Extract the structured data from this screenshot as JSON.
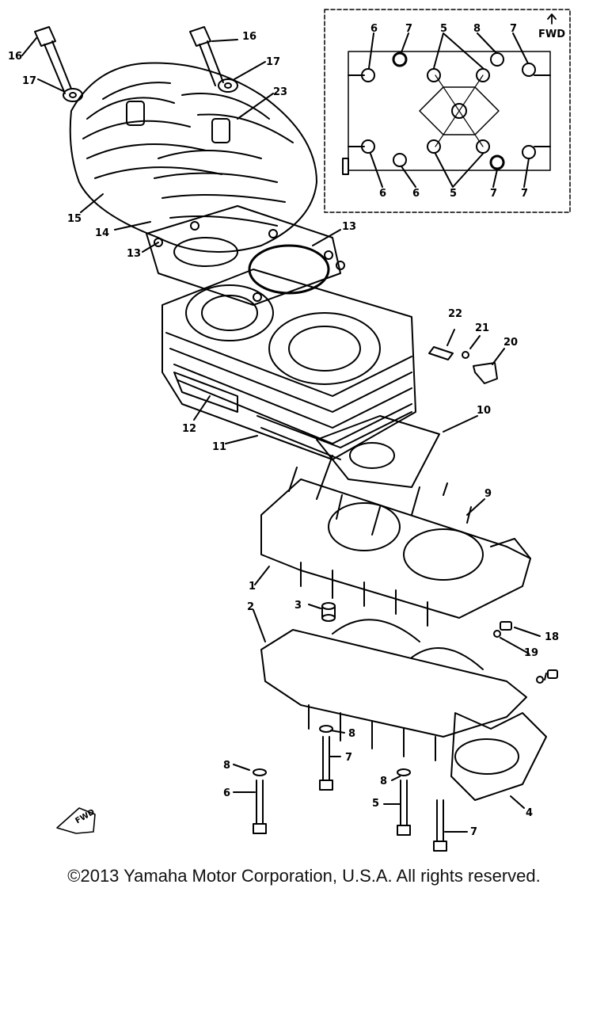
{
  "labels": {
    "n1": "1",
    "n2": "2",
    "n3": "3",
    "n4": "4",
    "n5": "5",
    "n6": "6",
    "n7": "7",
    "n8": "8",
    "n9": "9",
    "n10": "10",
    "n11": "11",
    "n12": "12",
    "n13": "13",
    "n14": "14",
    "n15": "15",
    "n16": "16",
    "n17": "17",
    "n18": "18",
    "n19": "19",
    "n20": "20",
    "n21": "21",
    "n22": "22",
    "n23": "23"
  },
  "inset": {
    "fwd": "FWD",
    "top": [
      "6",
      "7",
      "5",
      "8",
      "7"
    ],
    "bottom": [
      "6",
      "6",
      "5",
      "7",
      "7"
    ]
  },
  "fwd_arrow_text": "FWD",
  "copyright": "©2013 Yamaha Motor Corporation, U.S.A. All rights reserved."
}
